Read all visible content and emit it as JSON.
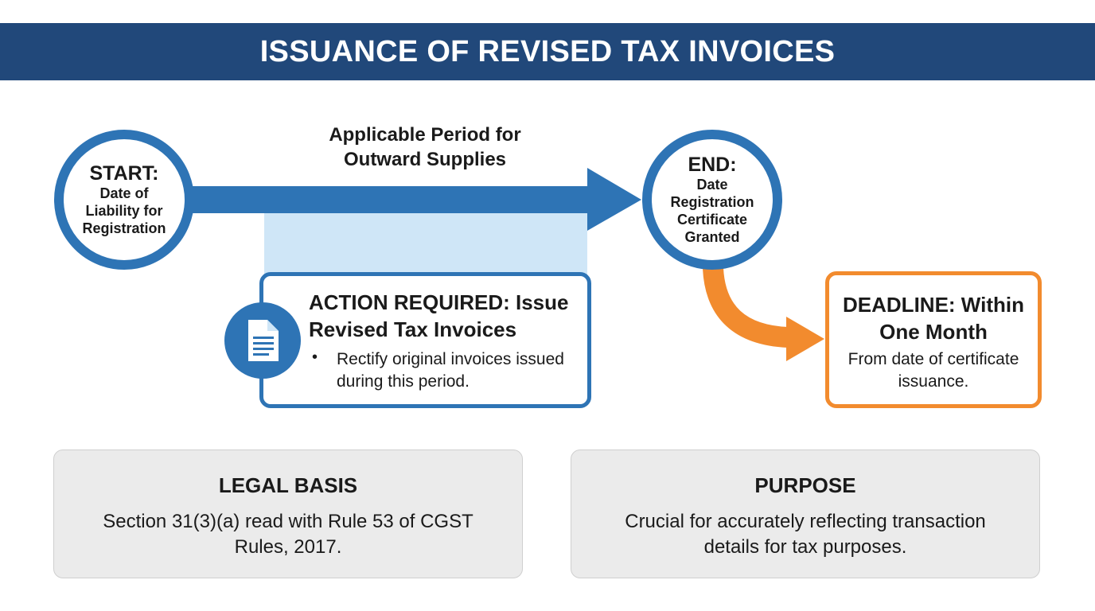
{
  "title": "ISSUANCE OF REVISED TAX INVOICES",
  "period_label": "Applicable Period for Outward Supplies",
  "start": {
    "heading": "START:",
    "text": "Date of Liability for Registration"
  },
  "end": {
    "heading": "END:",
    "text": "Date Registration Certificate Granted"
  },
  "action": {
    "title": "ACTION REQUIRED: Issue Revised Tax Invoices",
    "bullet_mark": "•",
    "bullet": "Rectify original invoices issued during this period.",
    "icon": "document-icon"
  },
  "deadline": {
    "title": "DEADLINE: Within One Month",
    "text": "From date of certificate issuance."
  },
  "legal_basis": {
    "title": "LEGAL BASIS",
    "text": "Section 31(3)(a) read with Rule 53 of CGST Rules, 2017."
  },
  "purpose": {
    "title": "PURPOSE",
    "text": "Crucial for accurately reflecting transaction details for tax purposes."
  },
  "colors": {
    "banner": "#21487a",
    "primary_blue": "#2e74b5",
    "period_highlight": "#cfe6f7",
    "accent_orange": "#f28b2e",
    "info_box_bg": "#ebebeb"
  }
}
